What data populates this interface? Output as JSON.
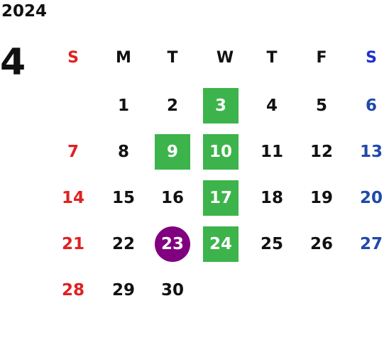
{
  "calendar": {
    "year": "2024",
    "month": "4",
    "weekdays": [
      "S",
      "M",
      "T",
      "W",
      "T",
      "F",
      "S"
    ],
    "weeks": [
      [
        "",
        "1",
        "2",
        "3",
        "4",
        "5",
        "6"
      ],
      [
        "7",
        "8",
        "9",
        "10",
        "11",
        "12",
        "13"
      ],
      [
        "14",
        "15",
        "16",
        "17",
        "18",
        "19",
        "20"
      ],
      [
        "21",
        "22",
        "23",
        "24",
        "25",
        "26",
        "27"
      ],
      [
        "28",
        "29",
        "30",
        "",
        "",
        "",
        ""
      ]
    ],
    "marked_days_square": [
      "3",
      "9",
      "10",
      "17",
      "24"
    ],
    "marked_days_circle": [
      "23"
    ],
    "colors": {
      "sunday": "#e02020",
      "saturday": "#1f4aa8",
      "square_marker": "#3cb44b",
      "circle_marker": "#800080"
    }
  }
}
